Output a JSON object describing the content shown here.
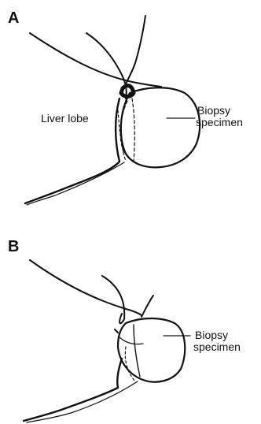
{
  "panels": [
    {
      "letter": "A",
      "labels": {
        "lobe": "Liver lobe",
        "specimen_line1": "Biopsy",
        "specimen_line2": "specimen"
      }
    },
    {
      "letter": "B",
      "labels": {
        "specimen_line1": "Biopsy",
        "specimen_line2": "specimen"
      }
    }
  ]
}
